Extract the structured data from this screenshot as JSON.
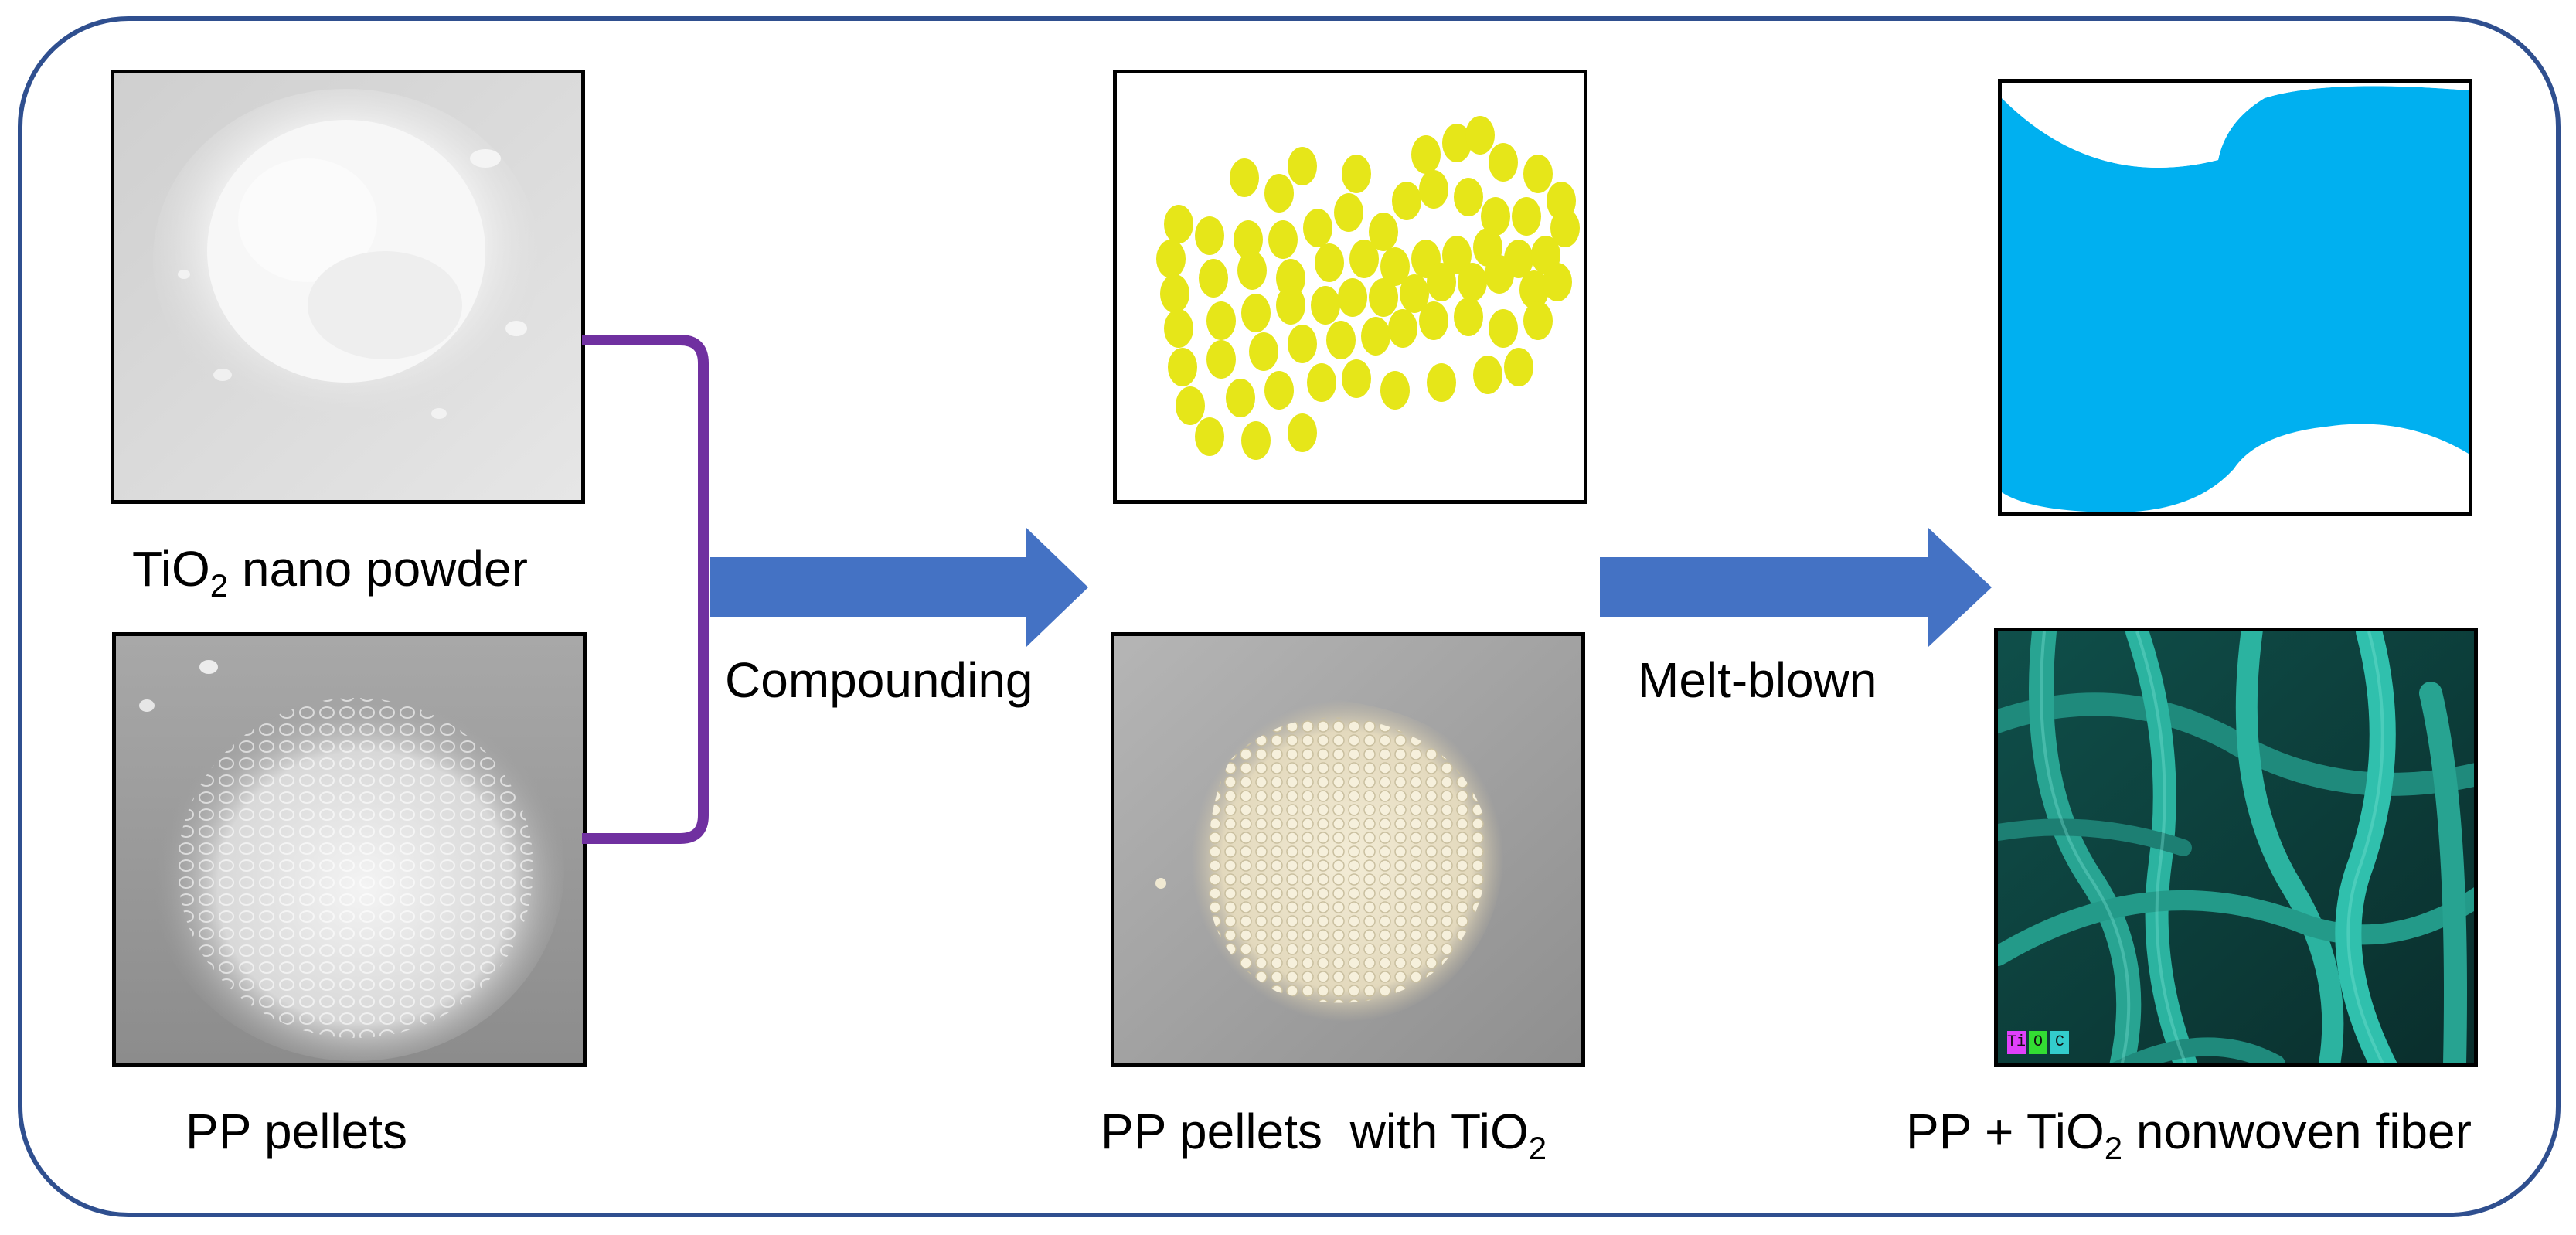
{
  "labels": {
    "tio2_powder": {
      "prefix": "TiO",
      "sub": "2",
      "suffix": " nano powder"
    },
    "pp_pellets": "PP pellets",
    "compounding": "Compounding",
    "melt_blown": "Melt-blown",
    "pp_pellets_tio2": {
      "prefix": "PP pellets  with TiO",
      "sub": "2"
    },
    "nonwoven": {
      "prefix": "PP + TiO",
      "sub": "2",
      "suffix": " nonwoven fiber"
    }
  },
  "eds_legend": [
    "Ti",
    "O",
    "C"
  ],
  "colors": {
    "outer_border": "#2f4f8f",
    "bracket": "#7030a0",
    "arrow": "#4472c4",
    "pellet_yellow": "#e6e619",
    "fiber_blue": "#00b0f0",
    "sem_background": "#0d3b38",
    "sem_fiber": "#2bb3a0",
    "eds_ti": "#e040fb",
    "eds_o": "#33dd33",
    "eds_c": "#33cccc"
  }
}
